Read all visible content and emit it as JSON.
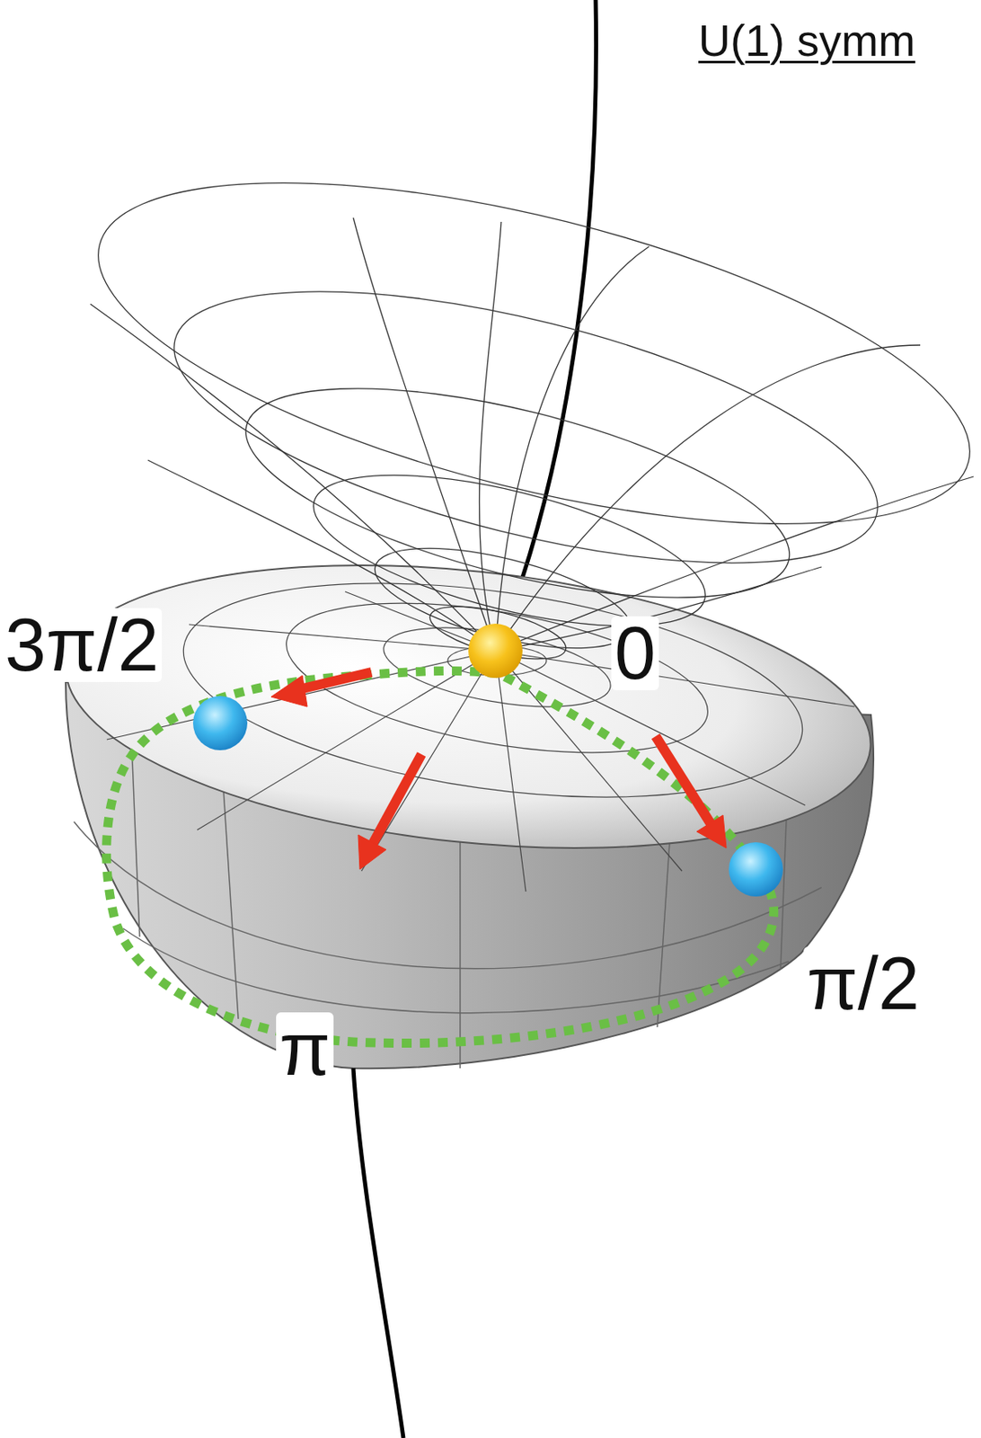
{
  "diagram": {
    "title": "U(1) symm",
    "labels": [
      "3π/2",
      "0",
      "π/2",
      "π"
    ]
  }
}
